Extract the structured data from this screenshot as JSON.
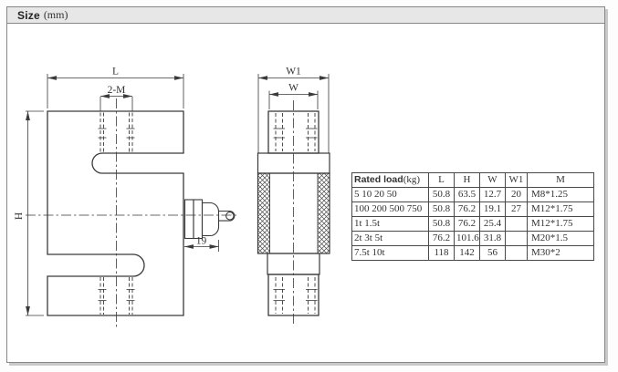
{
  "header": {
    "title": "Size",
    "unit": "(mm)"
  },
  "colors": {
    "line": "#3a3a3a",
    "header_bg": "#e7e7e7",
    "frame_border": "#878787",
    "table_border": "#4a4a4a",
    "text": "#333333"
  },
  "drawing": {
    "front_view": {
      "dim_width_label": "L",
      "dim_thread_label": "2-M",
      "dim_height_label": "H",
      "dim_connector_label": "19"
    },
    "side_view": {
      "dim_outer_width_label": "W1",
      "dim_width_label": "W"
    }
  },
  "table": {
    "rated_load_label": "Rated load",
    "rated_load_unit": "(kg)",
    "columns": [
      "L",
      "H",
      "W",
      "W1",
      "M"
    ],
    "rows": [
      {
        "load": "5 10 20 50",
        "L": "50.8",
        "H": "63.5",
        "W": "12.7",
        "W1": "20",
        "M": "M8*1.25"
      },
      {
        "load": "100 200 500 750",
        "L": "50.8",
        "H": "76.2",
        "W": "19.1",
        "W1": "27",
        "M": "M12*1.75"
      },
      {
        "load": "1t  1.5t",
        "L": "50.8",
        "H": "76.2",
        "W": "25.4",
        "W1": "",
        "M": "M12*1.75"
      },
      {
        "load": "2t 3t 5t",
        "L": "76.2",
        "H": "101.6",
        "W": "31.8",
        "W1": "",
        "M": "M20*1.5"
      },
      {
        "load": "7.5t  10t",
        "L": "118",
        "H": "142",
        "W": "56",
        "W1": "",
        "M": "M30*2"
      }
    ]
  }
}
